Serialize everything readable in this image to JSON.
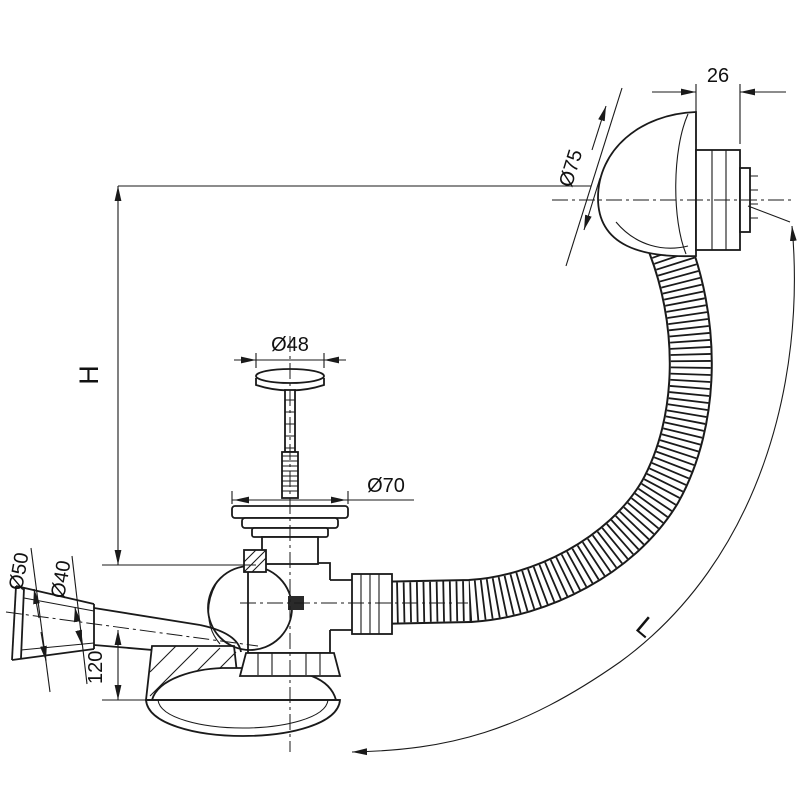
{
  "style": {
    "line_color": "#1a1a1a",
    "background": "#ffffff"
  },
  "dims": {
    "cap_width": "26",
    "cap_diameter": "Ø75",
    "plug_diameter": "Ø48",
    "flange_diameter": "Ø70",
    "pipe_outer_diameter": "Ø50",
    "pipe_inner_diameter": "Ø40",
    "outlet_height": "120",
    "height_label": "H",
    "hose_length_label": "L"
  }
}
